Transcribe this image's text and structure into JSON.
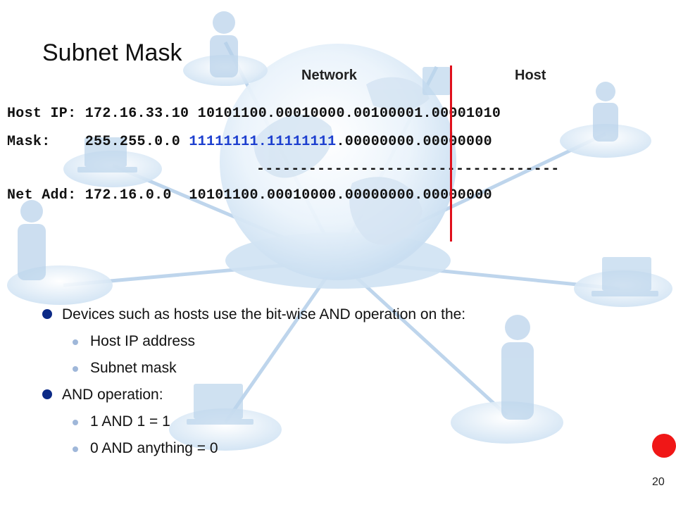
{
  "slide": {
    "title": "Subnet Mask",
    "page_number": "20"
  },
  "columns": {
    "network": "Network",
    "host": "Host"
  },
  "calc": {
    "host_ip_row": "Host IP: 172.16.33.10 10101100.00010000.00100001.00001010",
    "mask_prefix": "Mask:    255.255.0.0 ",
    "mask_network_bits": "11111111.11111111",
    "mask_host_bits": ".00000000.00000000",
    "separator": "-----------------------------------",
    "net_add_row": "Net Add: 172.16.0.0  10101100.00010000.00000000.00000000"
  },
  "bullets": {
    "main1": "Devices such as hosts use the bit-wise AND operation on the:",
    "sub1": "Host IP address",
    "sub2": "Subnet mask",
    "main2": "AND operation:",
    "sub3": "1 AND 1 = 1",
    "sub4": "0 AND anything = 0"
  },
  "colors": {
    "accent_red": "#e0101c",
    "mask_blue": "#1d3fcf",
    "bullet_navy": "#0c2a86"
  },
  "icons": [
    "network-globe-background",
    "person-icon",
    "laptop-icon"
  ]
}
